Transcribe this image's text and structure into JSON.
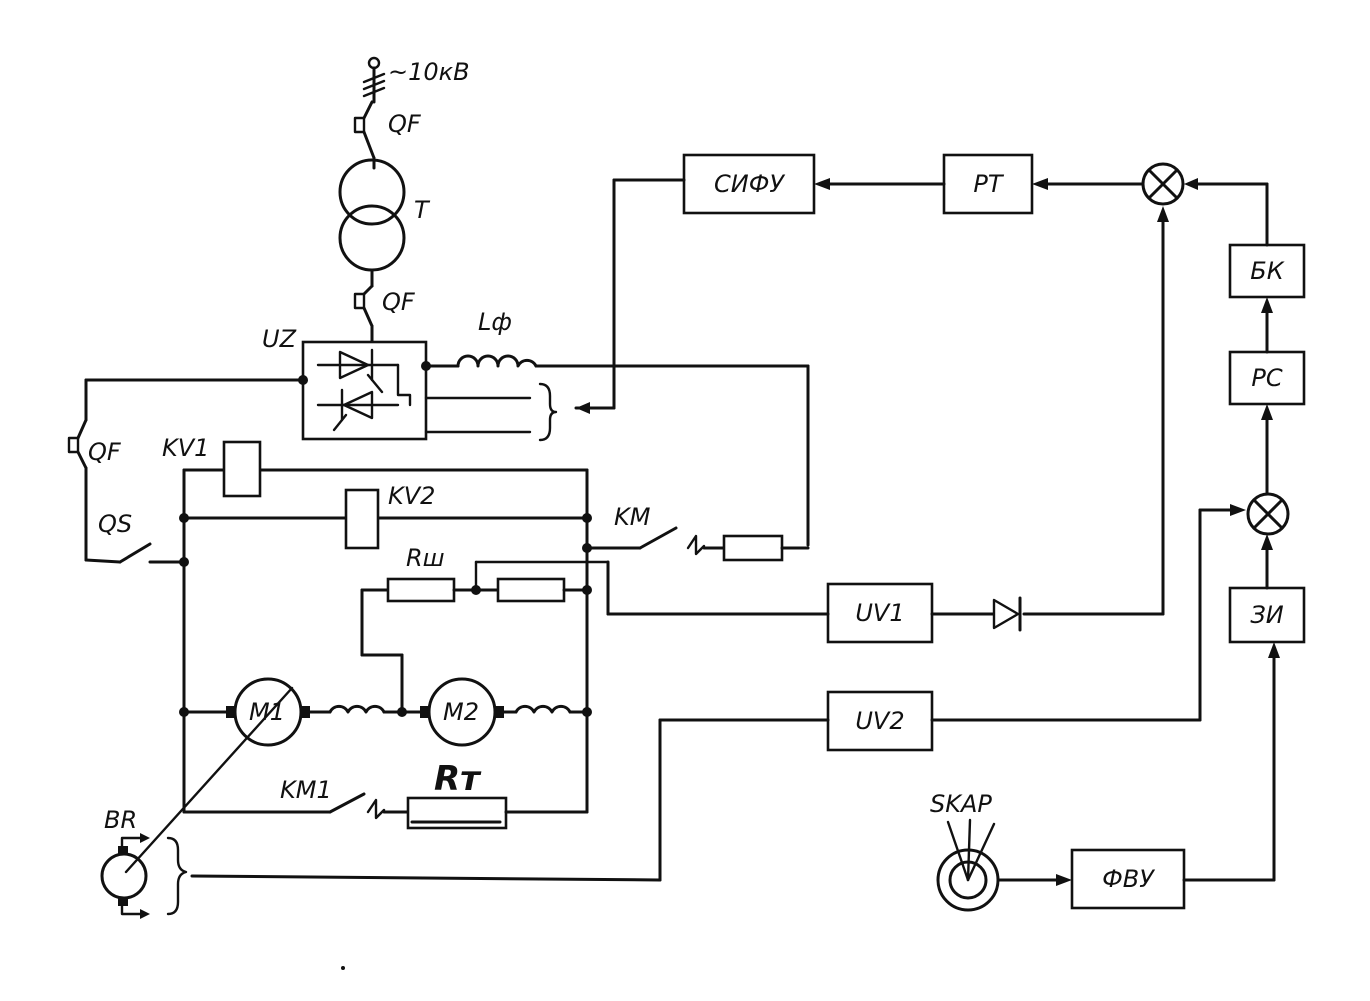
{
  "diagram": {
    "supply_label": "~10кВ",
    "breaker_top": "QF",
    "transformer": "T",
    "breaker_mid": "QF",
    "converter": "UZ",
    "reactor": "Lф",
    "breaker_left": "QF",
    "disconnector": "QS",
    "relay_kv1": "KV1",
    "relay_kv2": "KV2",
    "contactor_km": "KM",
    "shunt": "Rш",
    "motor_1": "M1",
    "motor_2": "M2",
    "contactor_km1": "KM1",
    "brake_resistor": "Rт",
    "tachogenerator": "BR",
    "transducer_1": "UV1",
    "transducer_2": "UV2",
    "controller_sensor": "SKAP",
    "blocks": {
      "sifu": "СИФУ",
      "rt": "PT",
      "bk": "БК",
      "rs": "PC",
      "zi": "ЗИ",
      "fvu": "ФВУ"
    }
  }
}
